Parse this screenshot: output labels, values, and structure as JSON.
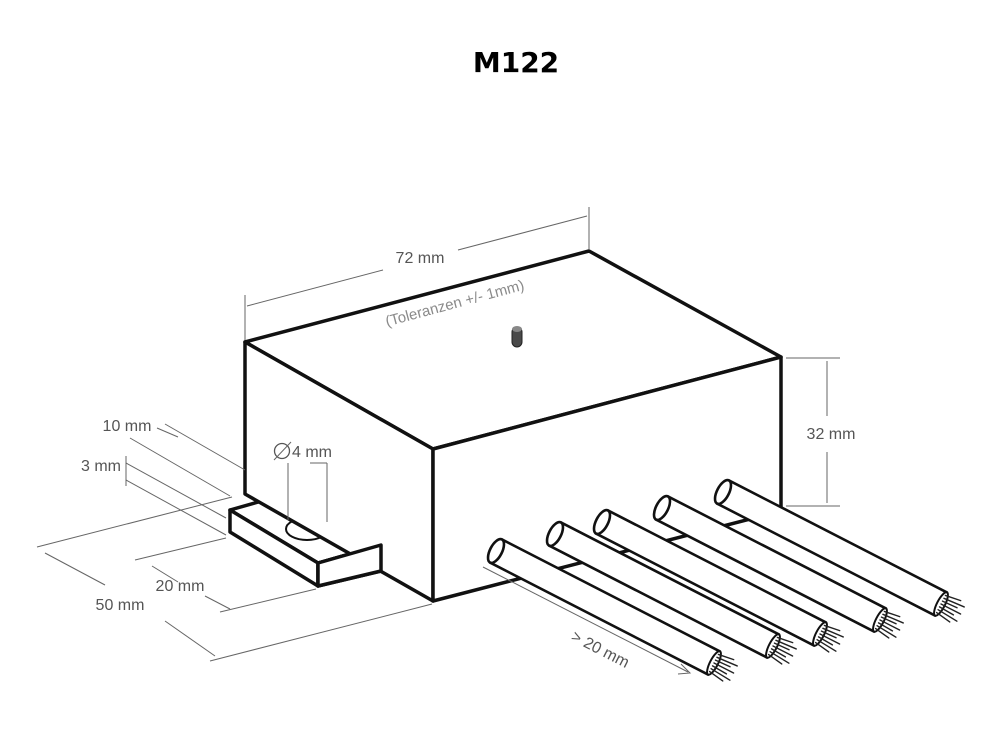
{
  "title": "M122",
  "dimensions": {
    "length": "72 mm",
    "tolerance": "(Toleranzen +/- 1mm)",
    "height": "32 mm",
    "hole": "4 mm",
    "tab_width": "10 mm",
    "tab_thickness": "3 mm",
    "tab_offset": "20 mm",
    "depth": "50 mm",
    "cable_length": "> 20 mm"
  },
  "colors": {
    "outline": "#111111",
    "dimension": "#666666",
    "text": "#555555",
    "led": "#4a4a4a"
  },
  "cable_count": 5
}
